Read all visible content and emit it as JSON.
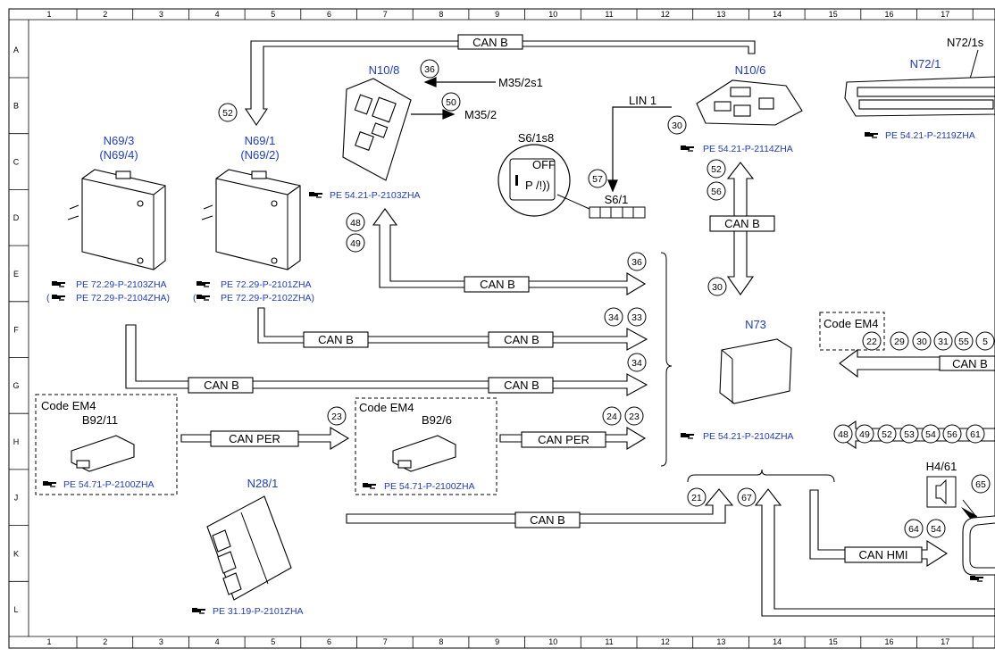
{
  "grid": {
    "columns": [
      "1",
      "2",
      "3",
      "4",
      "5",
      "6",
      "7",
      "8",
      "9",
      "10",
      "11",
      "12",
      "13",
      "14",
      "15",
      "16",
      "17"
    ],
    "rows": [
      "A",
      "B",
      "C",
      "D",
      "E",
      "F",
      "G",
      "H",
      "J",
      "K",
      "L"
    ]
  },
  "components": {
    "n10_8": {
      "name": "N10/8",
      "ref": "PE 54.21-P-2103ZHA"
    },
    "n10_6": {
      "name": "N10/6",
      "ref": "PE 54.21-P-2114ZHA"
    },
    "n72_1": {
      "name": "N72/1",
      "ref": "PE 54.21-P-2119ZHA",
      "sub": "N72/1s"
    },
    "n69_3": {
      "name": "N69/3",
      "alt": "(N69/4)",
      "ref1": "PE 72.29-P-2103ZHA",
      "ref2": "PE 72.29-P-2104ZHA)",
      "paren": "("
    },
    "n69_1": {
      "name": "N69/1",
      "alt": "(N69/2)",
      "ref1": "PE 72.29-P-2101ZHA",
      "ref2": "PE 72.29-P-2102ZHA)",
      "paren": "("
    },
    "s6_1s8": {
      "name": "S6/1s8",
      "off": "OFF"
    },
    "s6_1": {
      "name": "S6/1"
    },
    "n73": {
      "name": "N73",
      "ref": "PE 54.21-P-2104ZHA"
    },
    "b92_11": {
      "name": "B92/11",
      "code": "Code EM4",
      "ref": "PE 54.71-P-2100ZHA"
    },
    "b92_6": {
      "name": "B92/6",
      "code": "Code EM4",
      "ref": "PE 54.71-P-2100ZHA"
    },
    "n28_1": {
      "name": "N28/1",
      "ref": "PE 31.19-P-2101ZHA"
    },
    "h4_61": {
      "name": "H4/61"
    },
    "code_em4_right": {
      "code": "Code EM4"
    }
  },
  "signals": {
    "m35_2s1": "M35/2s1",
    "m35_2": "M35/2",
    "lin1": "LIN 1"
  },
  "buses": {
    "can_b": "CAN B",
    "can_per": "CAN PER",
    "can_hmi": "CAN HMI"
  },
  "callouts": {
    "c36a": "36",
    "c50": "50",
    "c52a": "52",
    "c57": "57",
    "c30a": "30",
    "c52b": "52",
    "c56a": "56",
    "c48a": "48",
    "c49a": "49",
    "c36b": "36",
    "c34a": "34",
    "c33": "33",
    "c34b": "34",
    "c30b": "30",
    "c23a": "23",
    "c24": "24",
    "c23b": "23",
    "c21": "21",
    "c67": "67",
    "c64": "64",
    "c54a": "54",
    "c65": "65",
    "r1": "22",
    "r2": "29",
    "r3": "30",
    "r4": "31",
    "r5": "55",
    "r6": "5",
    "s1": "48",
    "s2": "49",
    "s3": "52",
    "s4": "53",
    "s5": "54",
    "s6": "56",
    "s7": "61"
  }
}
